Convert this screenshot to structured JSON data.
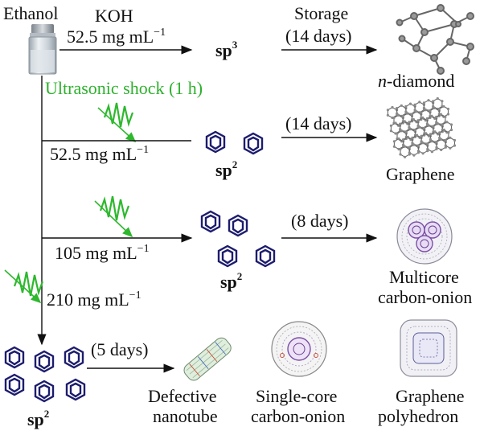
{
  "inputs": {
    "solvent": "Ethanol",
    "reagent": "KOH",
    "conc_1": "52.5 mg mL",
    "conc_1_sup": "−1",
    "ultrasonic": "Ultrasonic shock (1 h)",
    "conc_2": "52.5 mg mL",
    "conc_2_sup": "−1",
    "conc_3": "105 mg mL",
    "conc_3_sup": "−1",
    "conc_4": "210 mg mL",
    "conc_4_sup": "−1"
  },
  "hybrid": {
    "sp3": "sp",
    "sp3_sup": "3",
    "sp2_a": "sp",
    "sp2_a_sup": "2",
    "sp2_b": "sp",
    "sp2_b_sup": "2",
    "sp2_c": "sp",
    "sp2_c_sup": "2"
  },
  "durations": {
    "storage": "Storage",
    "storage_days": "(14 days)",
    "row2_days": "(14 days)",
    "row3_days": "(8 days)",
    "row4_days": "(5 days)"
  },
  "products": {
    "ndiamond_italic": "n",
    "ndiamond_rest": "-diamond",
    "graphene": "Graphene",
    "multicore_1": "Multicore",
    "multicore_2": "carbon-onion",
    "nanotube_1": "Defective",
    "nanotube_2": "nanotube",
    "singlecore_1": "Single-core",
    "singlecore_2": "carbon-onion",
    "polyhedron_1": "Graphene",
    "polyhedron_2": "polyhedron"
  },
  "colors": {
    "ultrasonic_green": "#2db12d",
    "ring_navy": "#1c1c6e"
  }
}
